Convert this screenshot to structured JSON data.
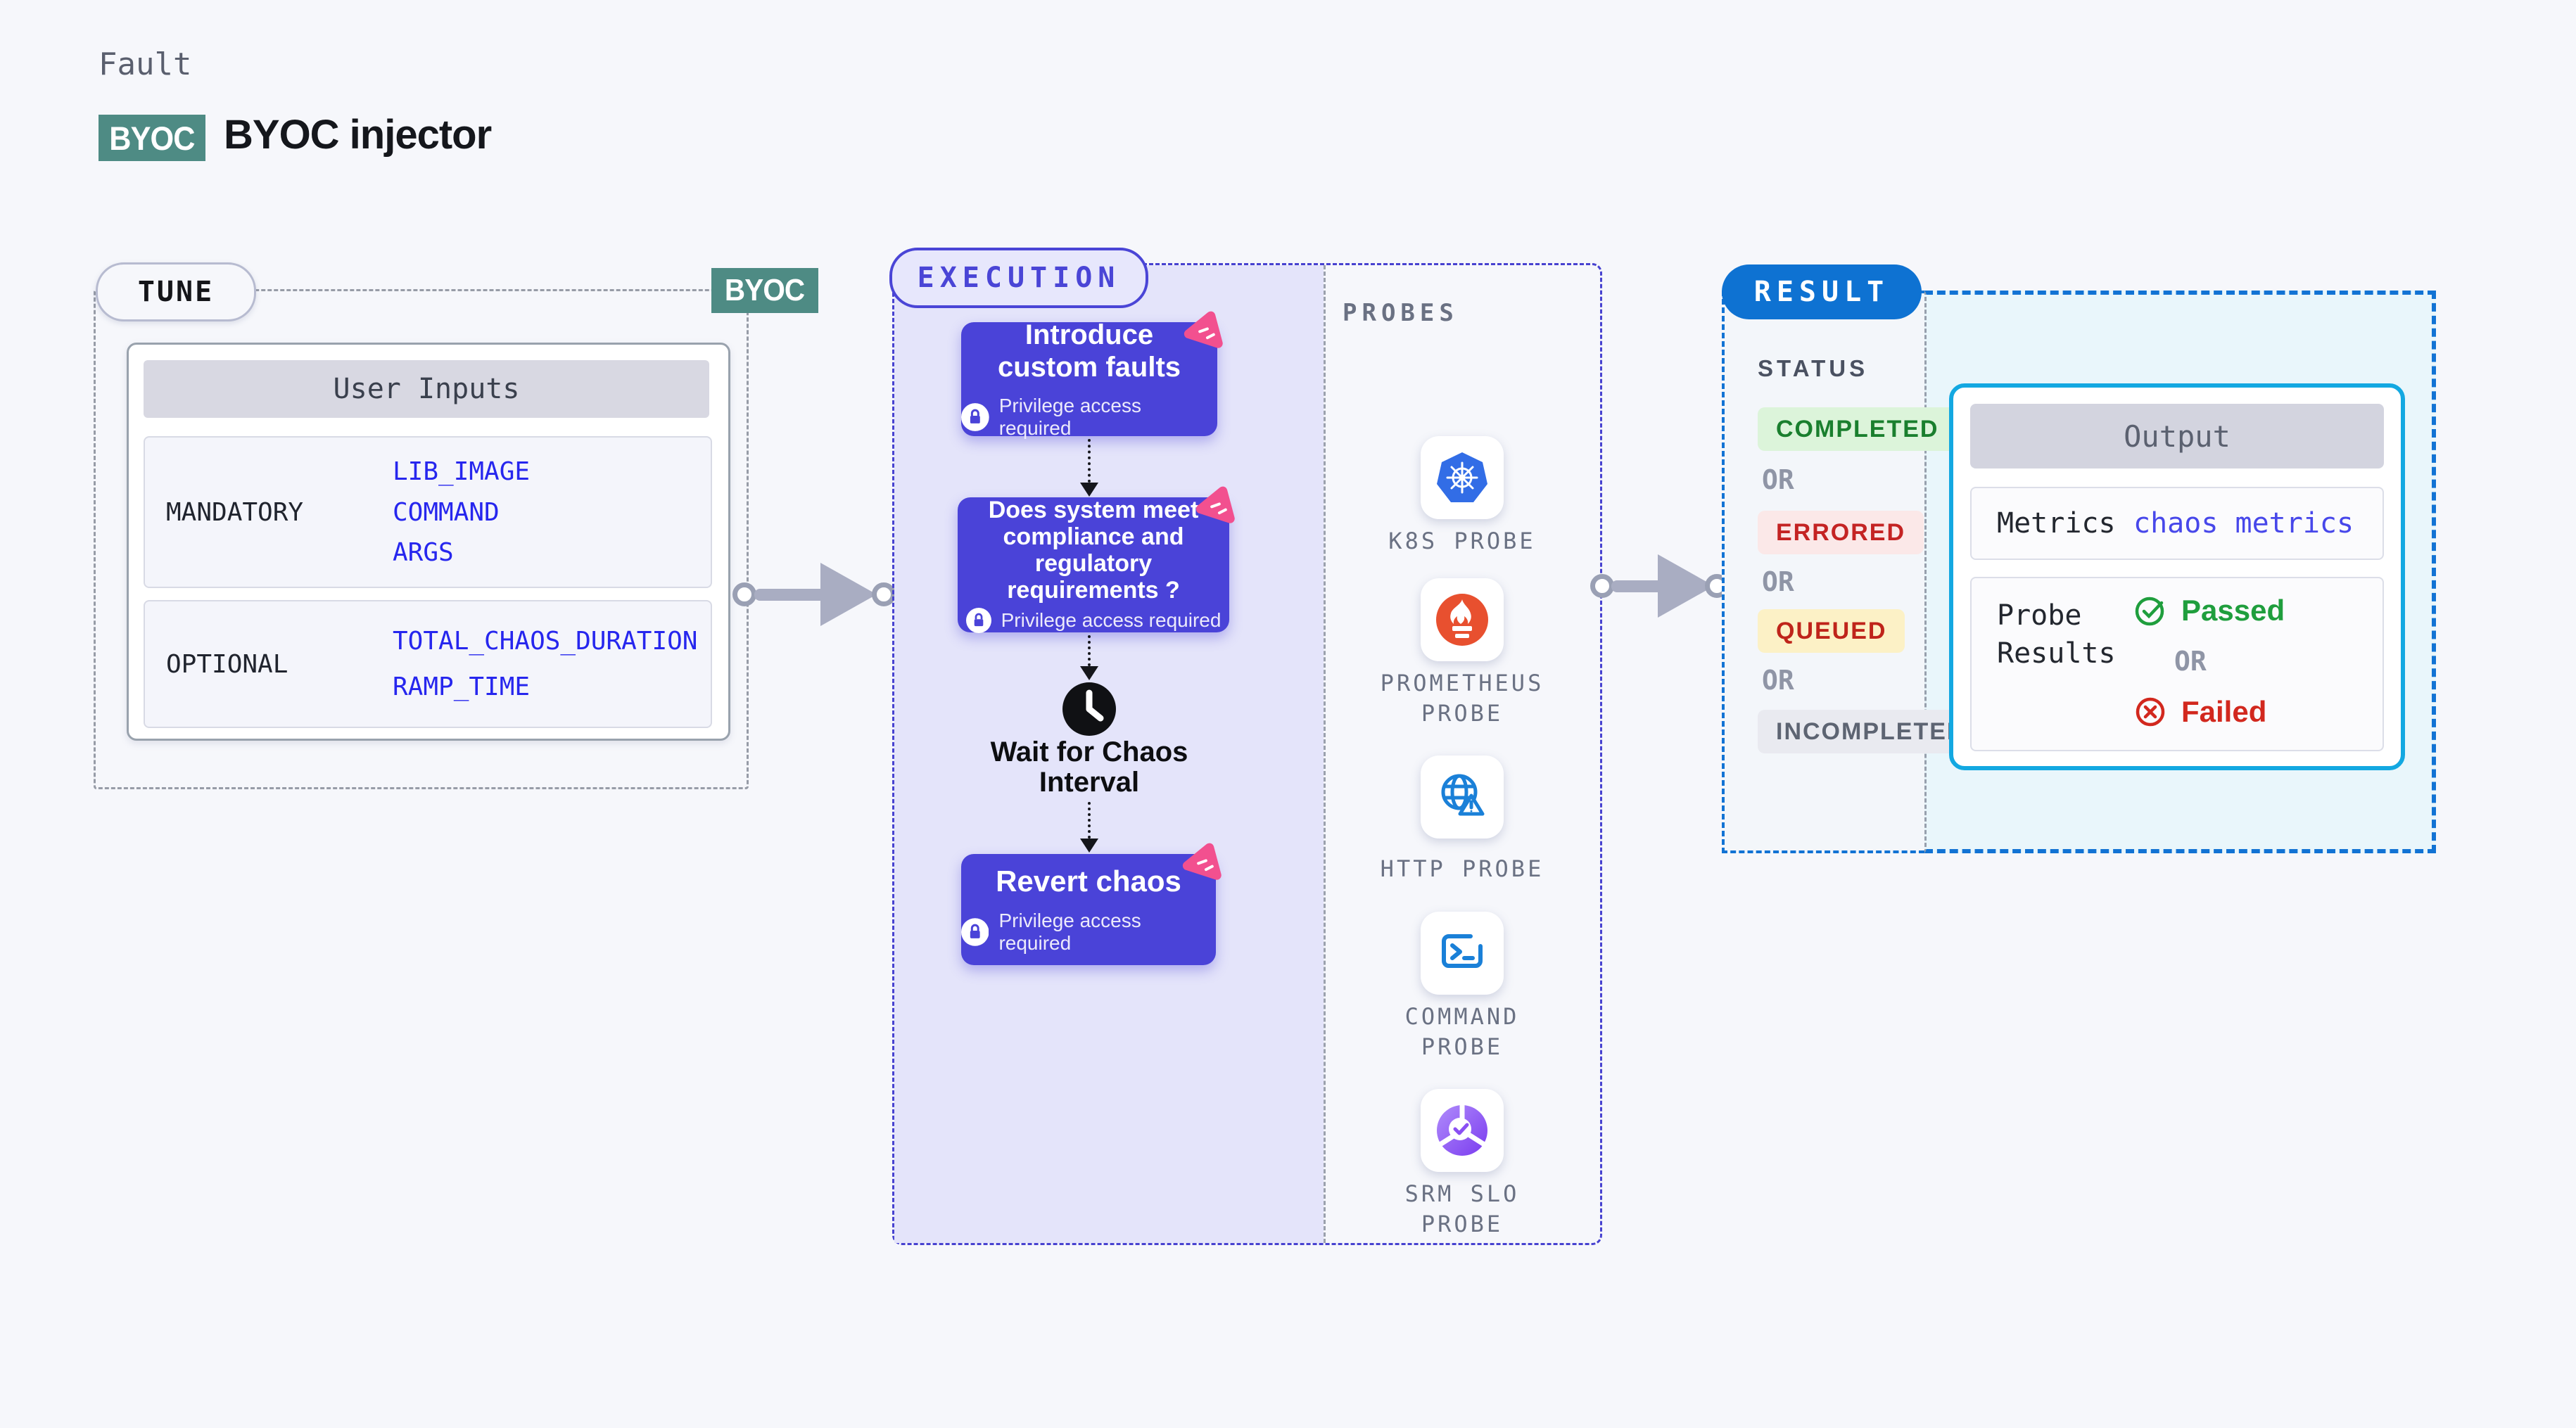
{
  "header": {
    "category": "Fault",
    "badge": "BYOC",
    "title": "BYOC injector"
  },
  "tune": {
    "pill": "TUNE",
    "corner_badge": "BYOC",
    "table": {
      "title": "User Inputs",
      "rows": [
        {
          "label": "MANDATORY",
          "values": [
            "LIB_IMAGE",
            "COMMAND",
            "ARGS"
          ]
        },
        {
          "label": "OPTIONAL",
          "values": [
            "TOTAL_CHAOS_DURATION",
            "RAMP_TIME"
          ]
        }
      ]
    }
  },
  "execution": {
    "pill": "EXECUTION",
    "privilege_note": "Privilege access required",
    "nodes": [
      {
        "title": "Introduce custom faults"
      },
      {
        "title": "Does system meet compliance and regulatory requirements ?"
      },
      {
        "title": "Revert chaos"
      }
    ],
    "wait_step": "Wait for Chaos Interval"
  },
  "probes": {
    "label": "PROBES",
    "items": [
      {
        "label": "K8S PROBE",
        "icon": "kubernetes-icon"
      },
      {
        "label": "PROMETHEUS PROBE",
        "icon": "prometheus-icon"
      },
      {
        "label": "HTTP PROBE",
        "icon": "globe-warning-icon"
      },
      {
        "label": "COMMAND PROBE",
        "icon": "terminal-icon"
      },
      {
        "label": "SRM SLO PROBE",
        "icon": "slo-donut-check-icon"
      }
    ]
  },
  "result": {
    "pill": "RESULT",
    "status_label": "STATUS",
    "or_label": "OR",
    "statuses": [
      {
        "label": "COMPLETED",
        "text_color": "#1a7f2e",
        "bg": "#dcf4da"
      },
      {
        "label": "ERRORED",
        "text_color": "#c42323",
        "bg": "#fbe8e8"
      },
      {
        "label": "QUEUED",
        "text_color": "#bf241a",
        "bg": "#fcf1c6"
      },
      {
        "label": "INCOMPLETED",
        "text_color": "#5d6472",
        "bg": "#e9eaf0"
      }
    ],
    "output": {
      "title": "Output",
      "metrics_label": "Metrics",
      "metrics_value": "chaos metrics",
      "probe_results_label": "Probe Results",
      "passed": "Passed",
      "failed": "Failed"
    }
  },
  "colors": {
    "accent_indigo": "#4a43d8",
    "lavender_panel": "#e4e4fa",
    "teal_badge": "#4e8b84",
    "result_blue": "#0e72d2",
    "output_border": "#13a8e1",
    "chaos_pink": "#f2508f",
    "arrow_gray": "#a9adc2",
    "link_blue": "#2626ee"
  }
}
